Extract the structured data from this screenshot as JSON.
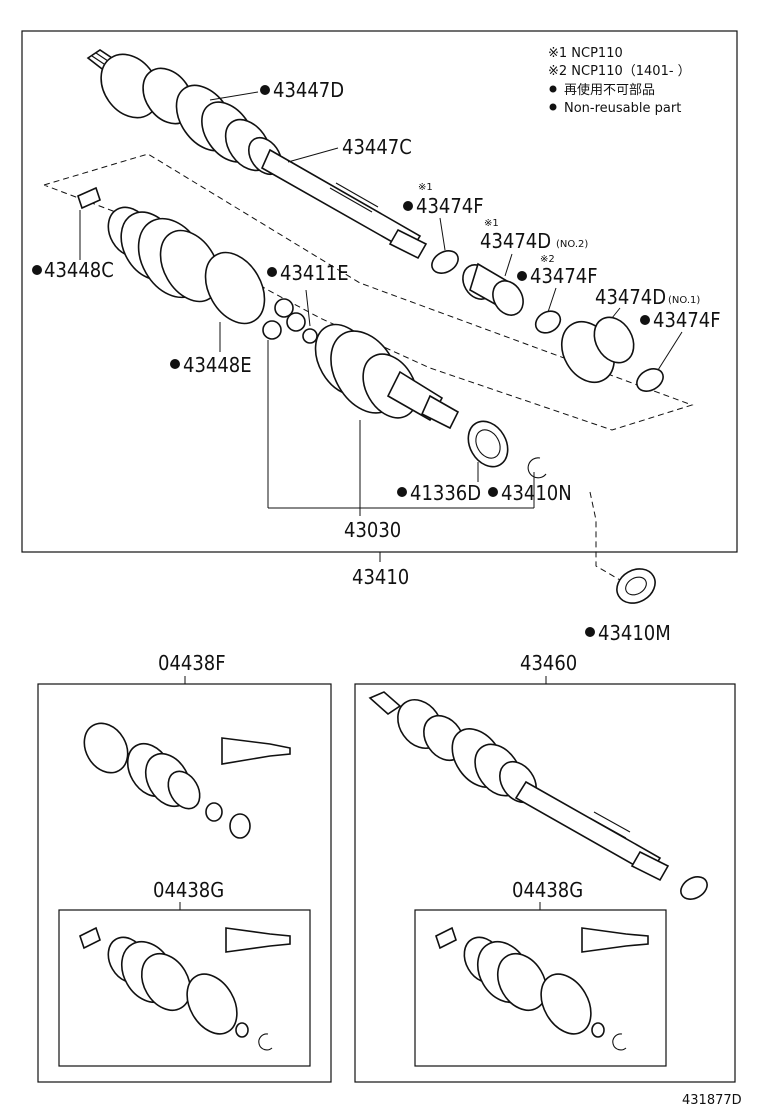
{
  "notes": {
    "note1": "※1  NCP110",
    "note2": "※2  NCP110（1401-     ）",
    "note3": "再使用不可部品",
    "note4": "Non-reusable part"
  },
  "labels": {
    "p43447D": "43447D",
    "p43447C": "43447C",
    "p43474F_a": "43474F",
    "p43474D_no2": "43474D",
    "no2": "(NO.2)",
    "p43474F_b": "43474F",
    "p43474D_no1": "43474D",
    "no1": "(NO.1)",
    "p43474F_c": "43474F",
    "p43448C": "43448C",
    "p43411E": "43411E",
    "p43448E": "43448E",
    "p41336D": "41336D",
    "p43410N": "43410N",
    "p43030": "43030",
    "p43410": "43410",
    "p43410M": "43410M",
    "p04438F": "04438F",
    "p04438G_left": "04438G",
    "p43460": "43460",
    "p04438G_right": "04438G",
    "ref1": "※1",
    "ref1b": "※1",
    "ref2": "※2",
    "figure_id": "431877D"
  }
}
